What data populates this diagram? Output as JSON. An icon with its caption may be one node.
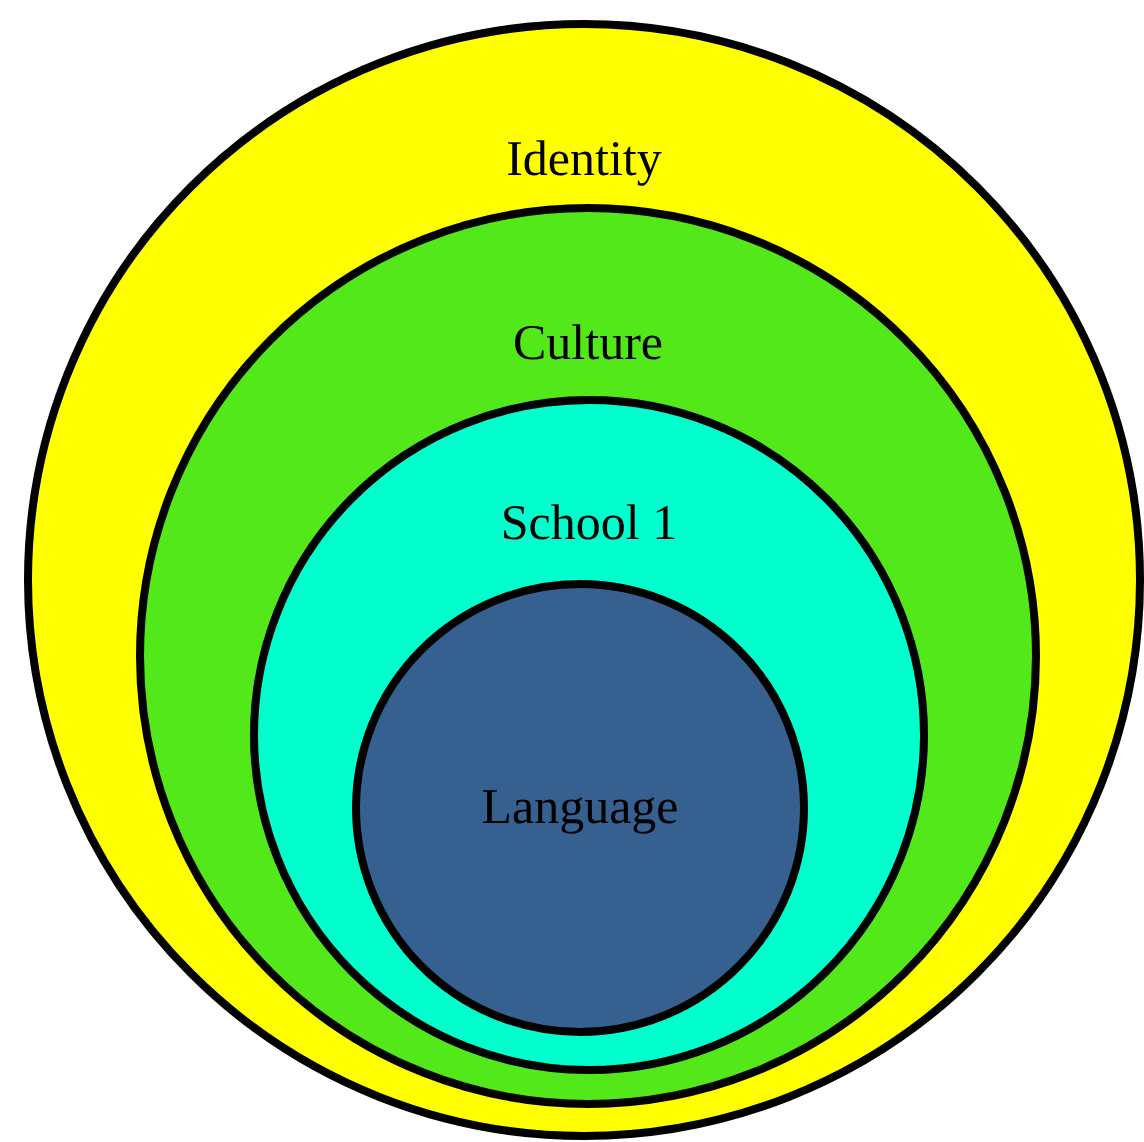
{
  "diagram": {
    "nodes": [
      {
        "text": [
          "Identity"
        ]
      },
      {
        "text": [
          "Culture"
        ],
        "in": 0
      },
      {
        "text": [
          "School 1"
        ],
        "in": 1
      },
      {
        "text": [
          "Language"
        ],
        "in": 2
      }
    ]
  }
}
